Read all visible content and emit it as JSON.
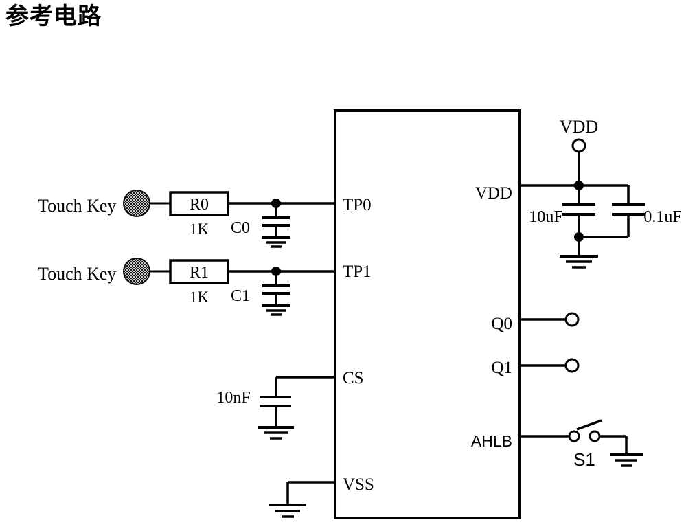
{
  "page": {
    "title": "参考电路",
    "background_color": "#ffffff",
    "ink_color": "#000000"
  },
  "ic": {
    "name": "touch-controller-ic",
    "left_pins": [
      {
        "id": "tp0",
        "label": "TP0"
      },
      {
        "id": "tp1",
        "label": "TP1"
      },
      {
        "id": "cs",
        "label": "CS"
      },
      {
        "id": "vss",
        "label": "VSS"
      }
    ],
    "right_pins": [
      {
        "id": "vdd",
        "label": "VDD"
      },
      {
        "id": "q0",
        "label": "Q0"
      },
      {
        "id": "q1",
        "label": "Q1"
      },
      {
        "id": "ahlb",
        "label": "AHLB"
      }
    ]
  },
  "inputs": {
    "channel0": {
      "pad_label": "Touch Key",
      "resistor_ref": "R0",
      "resistor_value": "1K",
      "cap_ref": "C0"
    },
    "channel1": {
      "pad_label": "Touch Key",
      "resistor_ref": "R1",
      "resistor_value": "1K",
      "cap_ref": "C1"
    }
  },
  "cs_network": {
    "cap_value": "10nF"
  },
  "power": {
    "rail_label": "VDD",
    "bulk_cap_value": "10uF",
    "decoupling_cap_value": "0.1uF"
  },
  "switch": {
    "ref": "S1"
  }
}
